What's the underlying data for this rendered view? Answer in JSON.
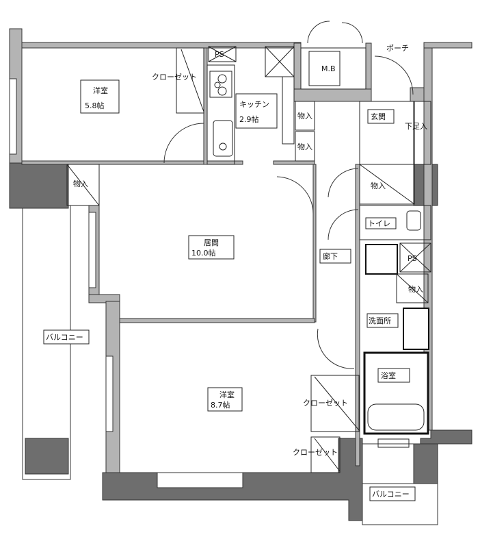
{
  "plan": {
    "western_room_1": {
      "name": "洋室",
      "size": "5.8帖"
    },
    "closet_1": "クローゼット",
    "ps_1": "PS",
    "kitchen": {
      "name": "キッチン",
      "size": "2.9帖"
    },
    "meter_box": "M.B",
    "porch": "ポーチ",
    "entrance": "玄関",
    "shoe_storage": "下足入",
    "storage_kitchen_1": "物入",
    "storage_kitchen_2": "物入",
    "storage_left": "物入",
    "storage_entrance": "物入",
    "living": {
      "name": "居間",
      "size": "10.0帖"
    },
    "toilet": "トイレ",
    "hallway": "廊下",
    "ps_2": "PS",
    "storage_wash": "物入",
    "washroom": "洗面所",
    "bathroom": "浴室",
    "balcony_left": "バルコニー",
    "western_room_2": {
      "name": "洋室",
      "size": "8.7帖"
    },
    "closet_2": "クローゼット",
    "closet_3": "クローゼット",
    "balcony_bottom": "バルコニー"
  }
}
